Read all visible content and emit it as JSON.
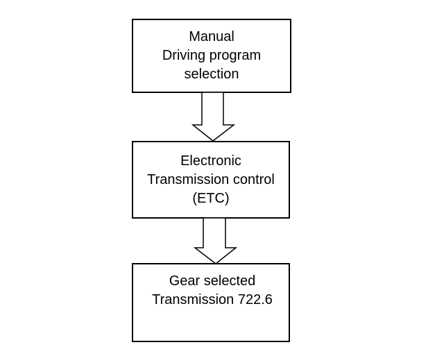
{
  "boxes": [
    {
      "lines": [
        "Manual",
        "Driving program",
        "selection"
      ]
    },
    {
      "lines": [
        "Electronic",
        "Transmission control",
        "(ETC)"
      ]
    },
    {
      "lines": [
        "Gear selected",
        "Transmission 722.6"
      ]
    }
  ],
  "colors": {
    "stroke": "#000000",
    "fill": "#ffffff"
  }
}
